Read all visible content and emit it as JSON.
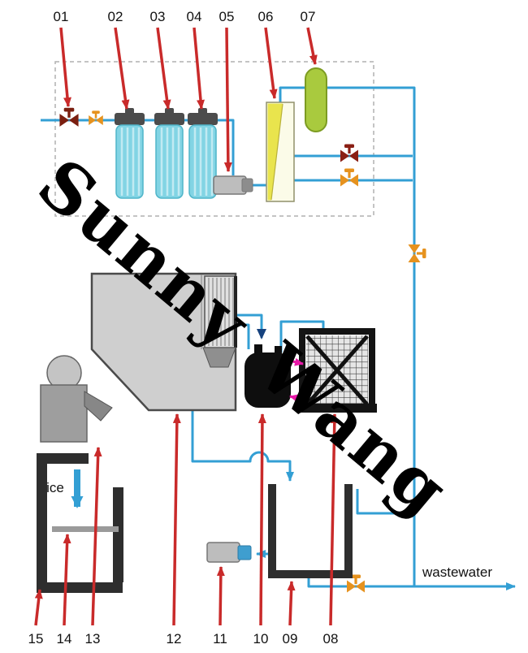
{
  "watermark": "Sunny Wang",
  "labels": {
    "top": [
      "01",
      "02",
      "03",
      "04",
      "05",
      "06",
      "07"
    ],
    "bottom": [
      "15",
      "14",
      "13",
      "12",
      "11",
      "10",
      "09",
      "08"
    ]
  },
  "annotations": {
    "ice": "ice",
    "wastewater": "wastewater"
  },
  "colors": {
    "pipe": "#339fd4",
    "annotation_arrow": "#c92a2a",
    "refrigerant_arrow": "#e818a8",
    "filter_body": "#82d4e4",
    "membrane_yellow": "#e9e44d",
    "pressure_tank_green": "#a9ca3e",
    "valve_orange": "#e6921e",
    "valve_dark_red": "#7a1f10",
    "machine_gray": "#cfcfcf",
    "dark_parts": "#2e2e2e"
  }
}
